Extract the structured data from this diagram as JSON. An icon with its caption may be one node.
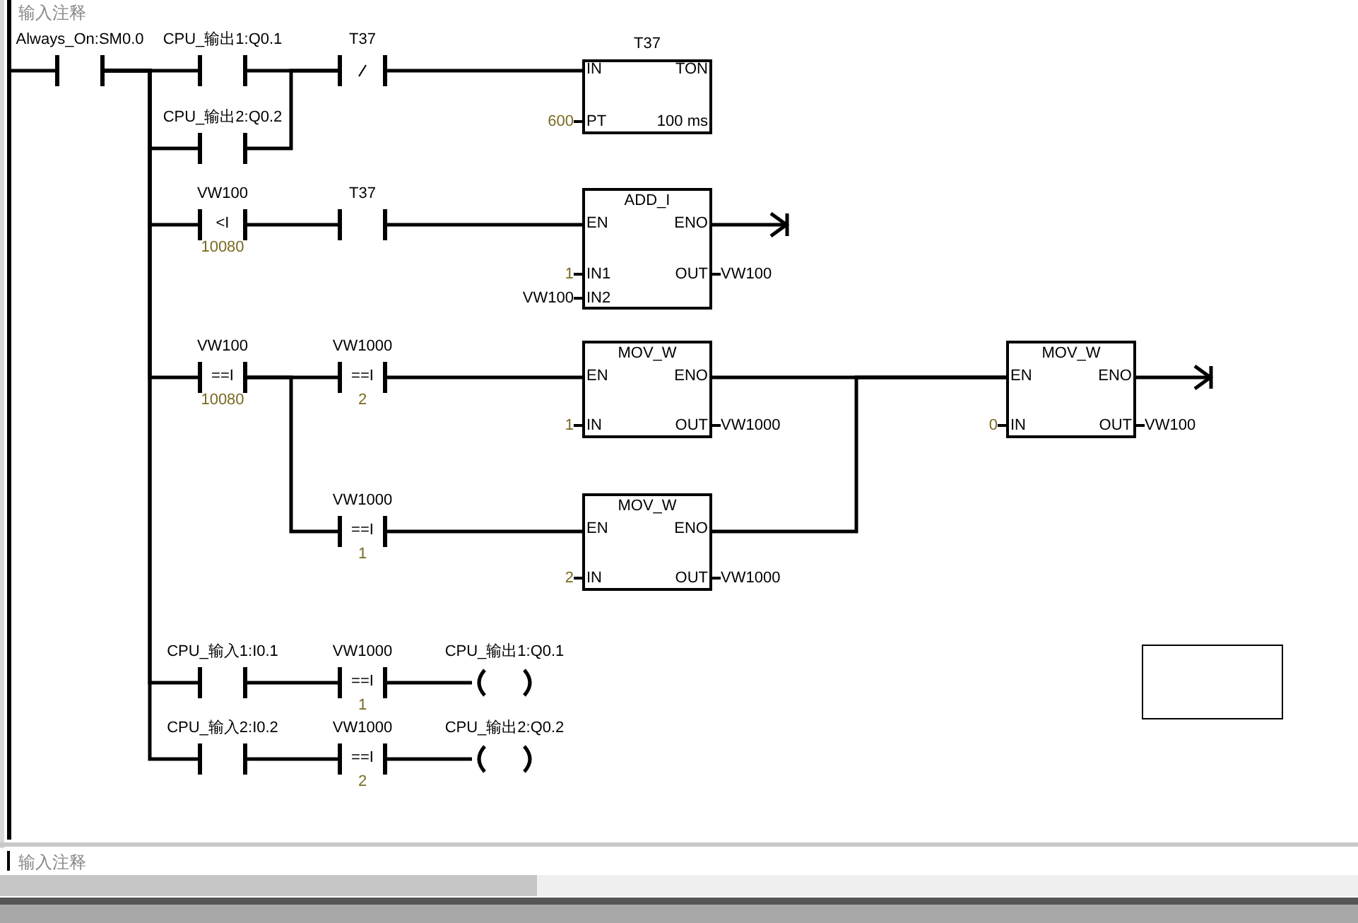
{
  "diagram": {
    "nodes": [
      {
        "text": [],
        "shape": "bar"
      },
      {
        "text": [
          "Always_On:SM0.0"
        ]
      },
      {
        "text": [
          "CPU_输出1:Q0.1"
        ]
      },
      {
        "text": [
          "CPU_输出2:Q0.2"
        ]
      },
      {
        "text": [
          "T37"
        ]
      },
      {
        "text": [
          "T37",
          "IN",
          "TON",
          "PT",
          "100 ms"
        ],
        "beside": [
          "600"
        ]
      },
      {
        "text": [
          "VW100",
          "<I",
          "10080"
        ]
      },
      {
        "text": [
          "T37"
        ]
      },
      {
        "text": [
          "ADD_I",
          "EN",
          "ENO",
          "IN1",
          "OUT",
          "IN2"
        ],
        "beside": [
          "1",
          "VW100",
          "VW100"
        ]
      },
      {
        "text": [
          "VW100",
          "==I",
          "10080"
        ]
      },
      {
        "text": [
          "VW1000",
          "==I",
          "2"
        ]
      },
      {
        "text": [
          "VW1000",
          "==I",
          "1"
        ]
      },
      {
        "text": [
          "MOV_W",
          "EN",
          "ENO",
          "IN",
          "OUT"
        ],
        "beside": [
          "1",
          "VW1000"
        ]
      },
      {
        "text": [
          "MOV_W",
          "EN",
          "ENO",
          "IN",
          "OUT"
        ],
        "beside": [
          "2",
          "VW1000"
        ]
      },
      {
        "text": [
          "MOV_W",
          "EN",
          "ENO",
          "IN",
          "OUT"
        ],
        "beside": [
          "0",
          "VW100"
        ]
      },
      {
        "text": [
          "CPU_输入1:I0.1"
        ]
      },
      {
        "text": [
          "VW1000",
          "==I",
          "1"
        ]
      },
      {
        "text": [
          "CPU_输出1:Q0.1"
        ]
      },
      {
        "text": [
          "CPU_输入2:I0.2"
        ]
      },
      {
        "text": [
          "VW1000",
          "==I",
          "2"
        ]
      },
      {
        "text": [
          "CPU_输出2:Q0.2"
        ]
      },
      {
        "text": [],
        "shape": "box"
      }
    ],
    "edges": [
      {
        "from": 0,
        "to": 1,
        "arrow": "none"
      },
      {
        "from": 1,
        "to": 2,
        "arrow": "none"
      },
      {
        "from": 1,
        "to": 3,
        "arrow": "none"
      },
      {
        "from": 1,
        "to": 6,
        "arrow": "none"
      },
      {
        "from": 1,
        "to": 9,
        "arrow": "none"
      },
      {
        "from": 1,
        "to": 15,
        "arrow": "none"
      },
      {
        "from": 1,
        "to": 18,
        "arrow": "none"
      },
      {
        "from": 2,
        "to": 4,
        "arrow": "none"
      },
      {
        "from": 3,
        "to": 4,
        "arrow": "none"
      },
      {
        "from": 4,
        "to": 5,
        "arrow": "none"
      },
      {
        "from": 6,
        "to": 7,
        "arrow": "none"
      },
      {
        "from": 7,
        "to": 8,
        "arrow": "none"
      },
      {
        "from": 8,
        "to": null,
        "arrow": "to"
      },
      {
        "from": 9,
        "to": 10,
        "arrow": "none"
      },
      {
        "from": 9,
        "to": 11,
        "arrow": "none"
      },
      {
        "from": 10,
        "to": 12,
        "arrow": "none"
      },
      {
        "from": 11,
        "to": 13,
        "arrow": "none"
      },
      {
        "from": 12,
        "to": 14,
        "arrow": "none"
      },
      {
        "from": 13,
        "to": 14,
        "arrow": "none"
      },
      {
        "from": 14,
        "to": null,
        "arrow": "to"
      },
      {
        "from": 15,
        "to": 16,
        "arrow": "none"
      },
      {
        "from": 16,
        "to": 17,
        "arrow": "none"
      },
      {
        "from": 18,
        "to": 19,
        "arrow": "none"
      },
      {
        "from": 19,
        "to": 20,
        "arrow": "none"
      }
    ],
    "labels": [
      "输入注释",
      "输入注释"
    ]
  }
}
